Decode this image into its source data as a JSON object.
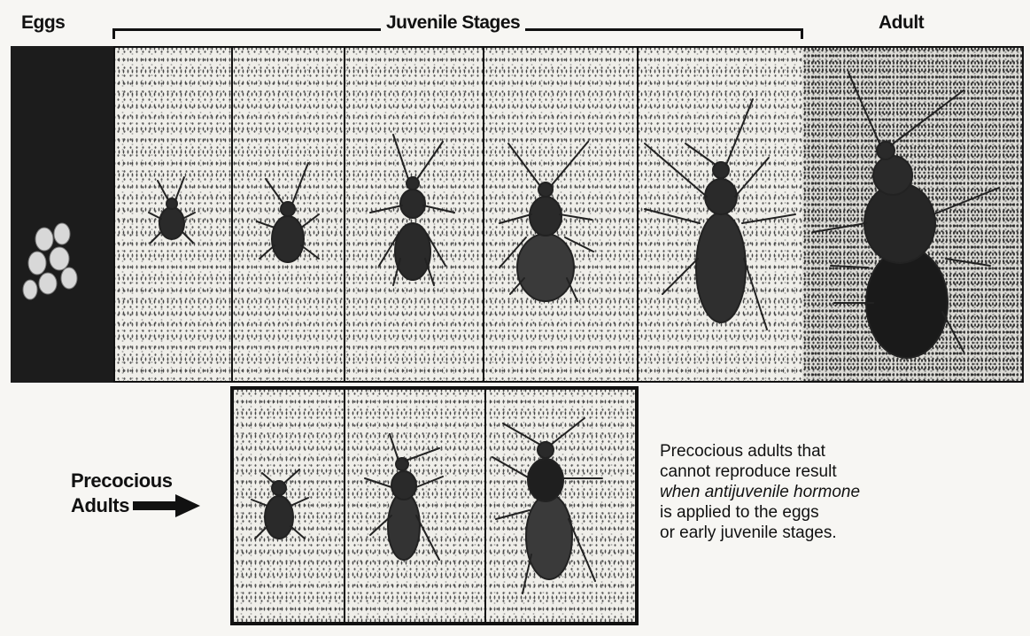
{
  "headers": {
    "eggs": "Eggs",
    "juvenile": "Juvenile Stages",
    "adult": "Adult"
  },
  "precocious": {
    "line1": "Precocious",
    "line2": "Adults"
  },
  "caption": {
    "line1": "Precocious adults that",
    "line2": "cannot reproduce result",
    "line3_italic": "when antijuvenile hormone",
    "line4": "is applied to the eggs",
    "line5": "or early juvenile stages."
  },
  "colors": {
    "ink": "#111111",
    "background": "#f7f6f3",
    "eggs_panel": "#1c1c1c"
  }
}
